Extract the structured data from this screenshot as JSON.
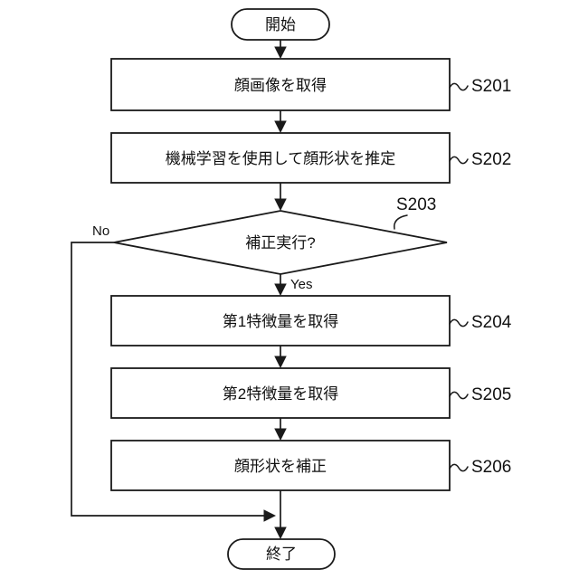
{
  "figure": {
    "background": "#ffffff",
    "stroke_color": "#1a1a1a",
    "nodes": {
      "start": {
        "type": "terminal",
        "label": "開始"
      },
      "s201": {
        "ref": "S201",
        "label": "顔画像を取得"
      },
      "s202": {
        "ref": "S202",
        "label": "機械学習を使用して顔形状を推定"
      },
      "s203": {
        "ref": "S203",
        "label": "補正実行?"
      },
      "s204": {
        "ref": "S204",
        "label": "第1特徴量を取得"
      },
      "s205": {
        "ref": "S205",
        "label": "第2特徴量を取得"
      },
      "s206": {
        "ref": "S206",
        "label": "顔形状を補正"
      },
      "end": {
        "type": "terminal",
        "label": "終了"
      }
    },
    "edges": {
      "no_label": "No",
      "yes_label": "Yes"
    }
  }
}
